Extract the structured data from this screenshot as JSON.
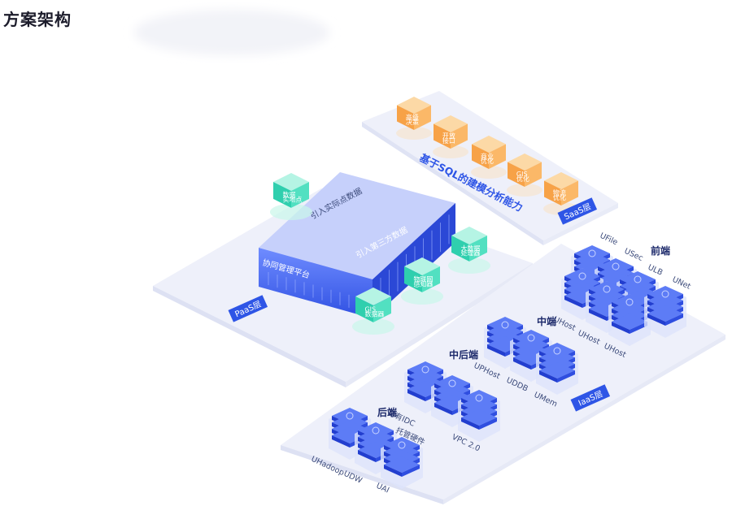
{
  "page": {
    "title": "方案架构"
  },
  "saas": {
    "layer_label": "SaaS层",
    "heading": "基于SQL的建模分析能力",
    "cubes": [
      {
        "line1": "高级",
        "line2": "决策"
      },
      {
        "line1": "开放",
        "line2": "接口"
      },
      {
        "line1": "商业",
        "line2": "优化"
      },
      {
        "line1": "GIS",
        "line2": "优化"
      },
      {
        "line1": "物流",
        "line2": "优化"
      }
    ]
  },
  "paas": {
    "layer_label": "PaaS层",
    "platform_label": "协同管理平台",
    "import_first": "引入实际点数据",
    "import_third": "引入第三方数据",
    "cubes": [
      {
        "line1": "数据",
        "line2": "实地点"
      },
      {
        "line1": "大数据",
        "line2": "处理器"
      },
      {
        "line1": "物联网",
        "line2": "感知器"
      },
      {
        "line1": "GIS",
        "line2": "数据器"
      }
    ]
  },
  "iaas": {
    "layer_label": "IaaS层",
    "groups": [
      {
        "name": "前端",
        "products": [
          "UFile",
          "USec",
          "ULB",
          "UNet",
          "UHost",
          "UHost",
          "UHost"
        ]
      },
      {
        "name": "中端",
        "products": [
          "UPHost",
          "UDDB",
          "UMem"
        ]
      },
      {
        "name": "中后端",
        "products": [
          "自有IDC",
          "托管硬件",
          "VPC 2.0"
        ]
      },
      {
        "name": "后端",
        "products": [
          "UHadoop",
          "UDW",
          "UAI"
        ]
      }
    ]
  },
  "colors": {
    "accent_blue": "#2e55e6",
    "orange": "#f7a247",
    "teal": "#34d6b4",
    "platform": "#3d63f0"
  }
}
